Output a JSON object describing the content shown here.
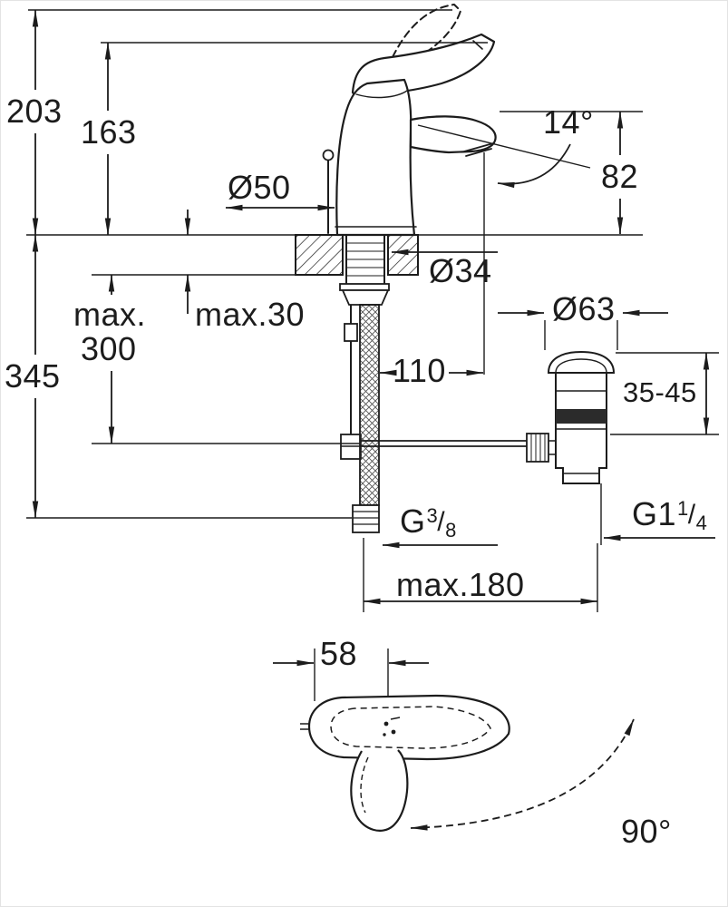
{
  "drawing": {
    "colors": {
      "line": "#1c1c1c",
      "background": "#ffffff",
      "seal_band": "#2b2b2b"
    },
    "labels": {
      "d203": "203",
      "d163": "163",
      "d50": "Ø50",
      "a14": "14°",
      "d82": "82",
      "d34": "Ø34",
      "max30": "max.30",
      "max_word": "max.",
      "n300": "300",
      "d345": "345",
      "n110": "110",
      "d63": "Ø63",
      "r3545": "35-45",
      "g38": {
        "g": "G",
        "num": "3",
        "slash": "/",
        "den": "8"
      },
      "g114": {
        "g": "G1",
        "num": "1",
        "slash": "/",
        "den": "4"
      },
      "max180": "max.180",
      "n58": "58",
      "a90": "90°"
    }
  }
}
